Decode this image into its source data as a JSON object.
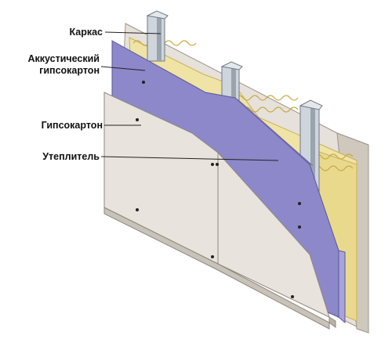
{
  "labels": {
    "frame": "Каркас",
    "acoustic_line1": "Аккустический",
    "acoustic_line2": "гипсокартон",
    "drywall": "Гипсокартон",
    "insulation": "Утеплитель"
  },
  "colors": {
    "drywall_face": "#e8e3dc",
    "drywall_edge": "#b9b2a8",
    "acoustic_face": "#8c88c9",
    "acoustic_edge": "#6e69ad",
    "insulation": "#efe3a6",
    "insulation_shadow": "#d9c36a",
    "stud": "#cfd5dc",
    "stud_dark": "#8e98a3",
    "leader": "#222222"
  }
}
